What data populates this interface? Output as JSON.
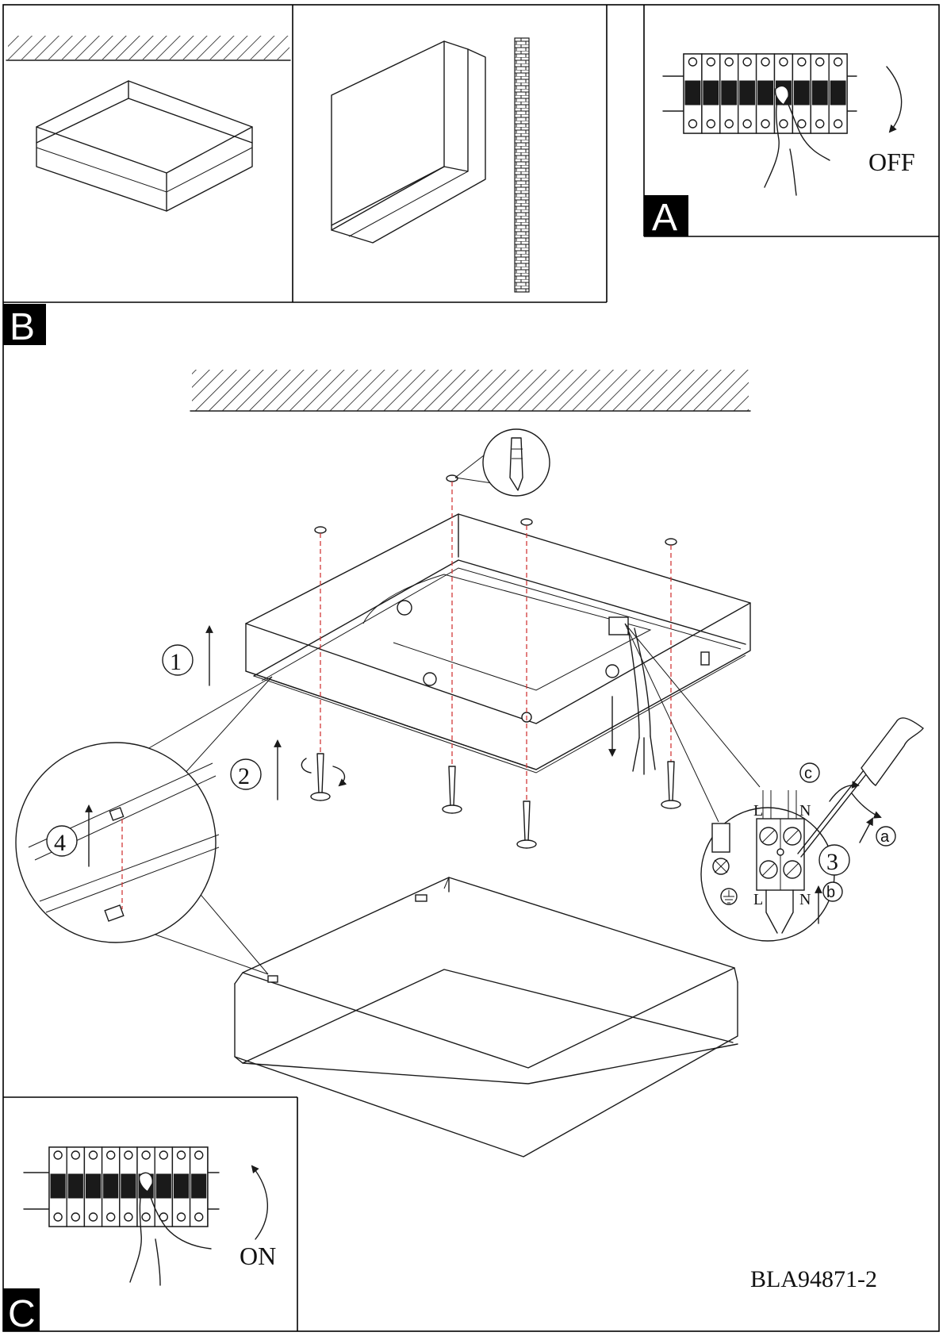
{
  "panels": {
    "a": {
      "label": "A",
      "switch_text": "OFF"
    },
    "b": {
      "label": "B"
    },
    "c": {
      "label": "C",
      "switch_text": "ON"
    }
  },
  "steps": [
    "1",
    "2",
    "3",
    "4"
  ],
  "wiring": {
    "top_left": "L",
    "top_right": "N",
    "bottom_left": "L",
    "bottom_right": "N",
    "callouts": [
      "c",
      "a",
      "b"
    ]
  },
  "part_number": "BLA94871-2",
  "colors": {
    "ink": "#1a1a1a",
    "guide_line": "#d23a3a",
    "badge": "#000000"
  }
}
